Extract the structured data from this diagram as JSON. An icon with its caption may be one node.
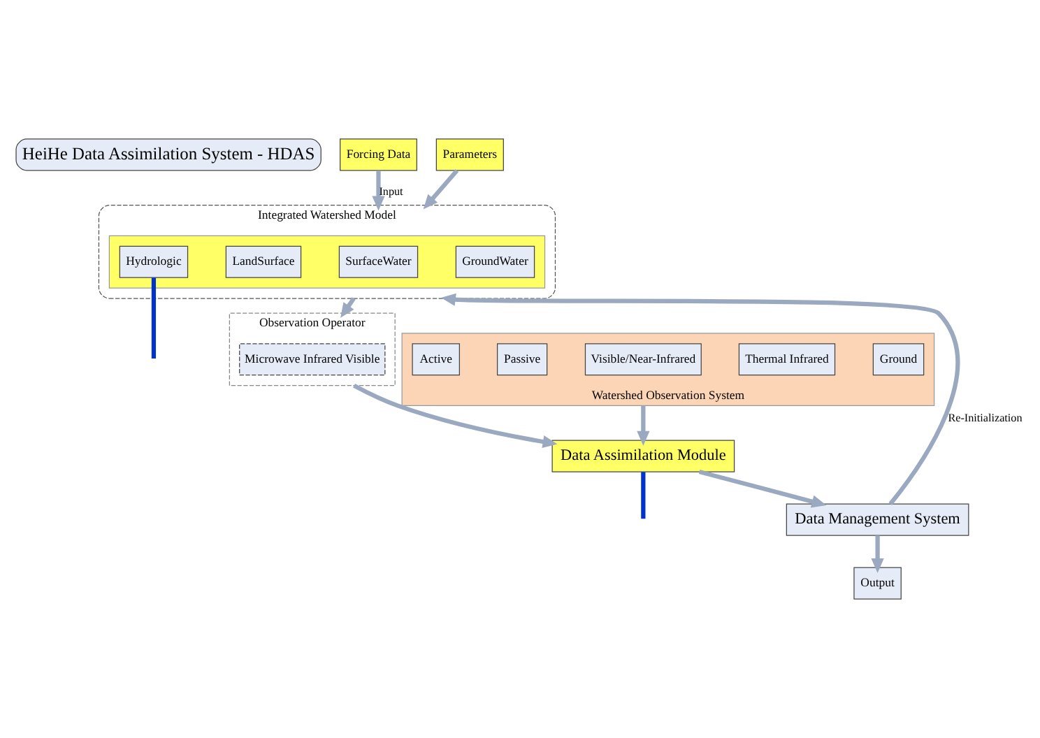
{
  "diagram": {
    "nodes": [
      {
        "text": [
          "HeiHe Data Assimilation System - HDAS"
        ]
      },
      {
        "text": [
          "Integrated Watershed Model"
        ]
      },
      {
        "text": [],
        "shape": "box",
        "in": 1
      },
      {
        "text": [
          "Hydrologic"
        ],
        "in": 2
      },
      {
        "text": [
          "LandSurface"
        ],
        "in": 2
      },
      {
        "text": [
          "SurfaceWater"
        ],
        "in": 2
      },
      {
        "text": [
          "GroundWater"
        ],
        "in": 2
      },
      {
        "text": [
          "Forcing Data"
        ]
      },
      {
        "text": [
          "Parameters"
        ]
      },
      {
        "text": [
          "Observation Operator"
        ]
      },
      {
        "text": [
          "Microwave Infrared Visible"
        ],
        "in": 9
      },
      {
        "text": [
          "Data Assimilation Module"
        ]
      },
      {
        "text": [
          "Data Management System"
        ]
      },
      {
        "text": [
          "Output"
        ]
      },
      {
        "text": [
          "Watershed Observation System"
        ]
      },
      {
        "text": [
          "Active"
        ],
        "in": 14
      },
      {
        "text": [
          "Passive"
        ],
        "in": 14
      },
      {
        "text": [
          "Visible/Near-Infrared"
        ],
        "in": 14
      },
      {
        "text": [
          "Thermal Infrared"
        ],
        "in": 14
      },
      {
        "text": [
          "Ground"
        ],
        "in": 14
      }
    ],
    "edges": [
      {
        "from": 7,
        "to": 1,
        "arrow": "to",
        "label": "Input"
      },
      {
        "from": 8,
        "to": 1,
        "arrow": "to"
      },
      {
        "from": 1,
        "to": 9,
        "arrow": "to"
      },
      {
        "from": 9,
        "to": 11,
        "arrow": "to"
      },
      {
        "from": 11,
        "to": 12,
        "arrow": "to"
      },
      {
        "from": 12,
        "to": 13,
        "arrow": "to"
      },
      {
        "from": 12,
        "to": 1,
        "arrow": "to",
        "label": "Re-Initialization"
      },
      {
        "from": 14,
        "to": 11,
        "arrow": "to"
      },
      {
        "from": 3,
        "to": null,
        "arrow": "none",
        "color": "#0033cc"
      },
      {
        "from": 11,
        "to": null,
        "arrow": "none",
        "color": "#0033cc"
      }
    ]
  }
}
